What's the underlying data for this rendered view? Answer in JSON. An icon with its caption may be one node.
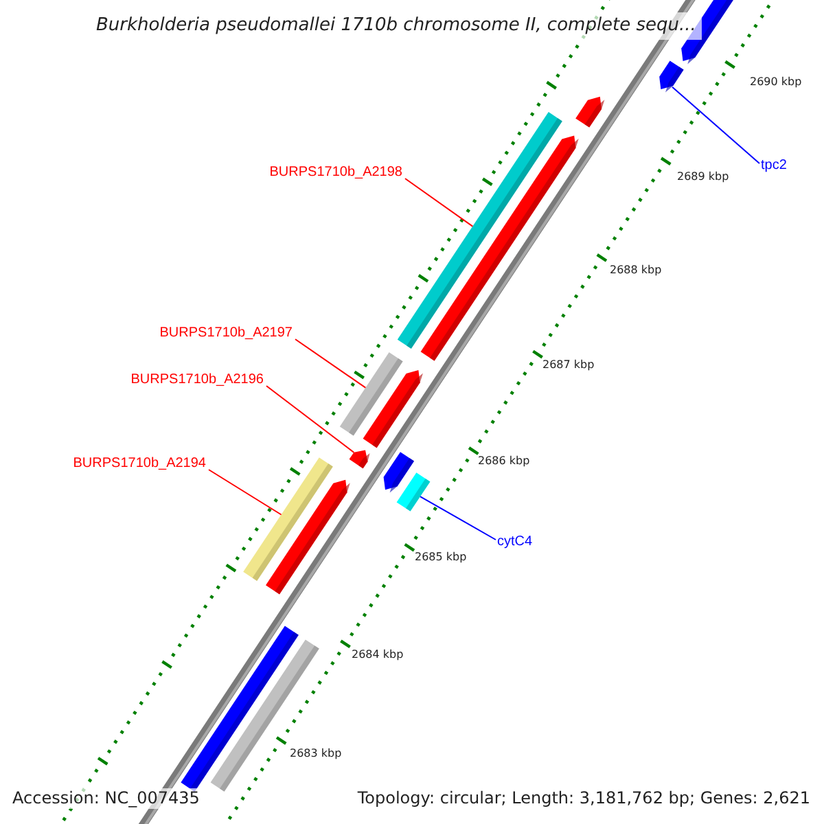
{
  "diagram": {
    "title": "Burkholderia pseudomallei 1710b chromosome II, complete sequ...",
    "nodes": [
      {
        "text": [
          "BURPS1710b_A2198"
        ]
      },
      {
        "text": [
          "tpc2"
        ]
      },
      {
        "text": [
          "BURPS1710b_A2197"
        ]
      },
      {
        "text": [
          "BURPS1710b_A2196"
        ]
      },
      {
        "text": [
          "BURPS1710b_A2194"
        ]
      },
      {
        "text": [
          "cytC4"
        ]
      },
      {
        "text": [],
        "shape": "arrow"
      },
      {
        "text": [],
        "shape": "arrow"
      },
      {
        "text": [],
        "shape": "arrow"
      },
      {
        "text": [],
        "shape": "bar"
      },
      {
        "text": [],
        "shape": "arrow"
      },
      {
        "text": [],
        "shape": "bar"
      },
      {
        "text": [],
        "shape": "arrow"
      },
      {
        "text": [],
        "shape": "arrow"
      },
      {
        "text": [],
        "shape": "arrow"
      },
      {
        "text": [],
        "shape": "bar"
      },
      {
        "text": [],
        "shape": "bar"
      },
      {
        "text": [],
        "shape": "arrow"
      },
      {
        "text": [],
        "shape": "bar"
      },
      {
        "text": [],
        "shape": "bar"
      }
    ],
    "edges": [
      {
        "from": 0,
        "to": 9,
        "arrow": "none"
      },
      {
        "from": 1,
        "to": 7,
        "arrow": "none",
        "color": "#0000ff"
      },
      {
        "from": 2,
        "to": 11,
        "arrow": "none"
      },
      {
        "from": 3,
        "to": 13,
        "arrow": "none"
      },
      {
        "from": 4,
        "to": 16,
        "arrow": "none"
      },
      {
        "from": 5,
        "to": 15,
        "arrow": "none",
        "color": "#0000ff"
      }
    ],
    "labels": [
      "2690 kbp",
      "2689 kbp",
      "2688 kbp",
      "2687 kbp",
      "2686 kbp",
      "2685 kbp",
      "2684 kbp",
      "2683 kbp",
      "Accession: NC_007435",
      "Topology: circular; Length: 3,181,762 bp; Genes: 2,621"
    ]
  }
}
